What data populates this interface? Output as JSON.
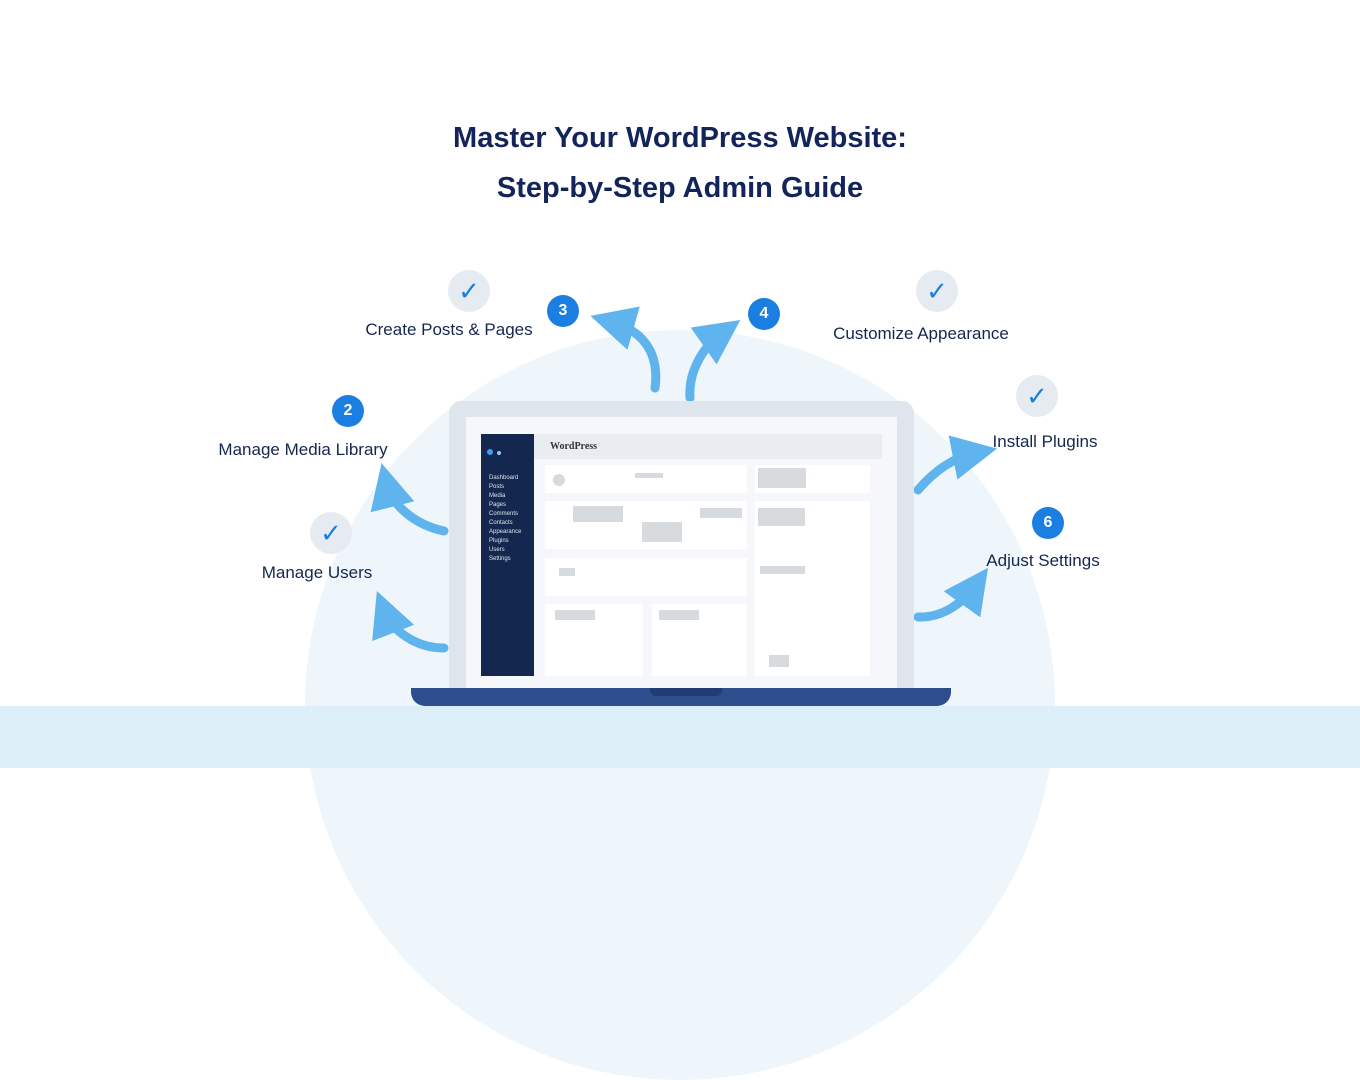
{
  "title": {
    "line1": "Master Your WordPress Website:",
    "line2": "Step-by-Step Admin Guide"
  },
  "steps": [
    {
      "label": "Create Posts & Pages",
      "marker": "check"
    },
    {
      "label": "3",
      "marker": "badge"
    },
    {
      "label": "4",
      "marker": "badge"
    },
    {
      "label": "Customize Appearance",
      "marker": "check"
    },
    {
      "label": "Manage Media Library",
      "badge": "2"
    },
    {
      "label": "Manage Users",
      "marker": "check"
    },
    {
      "label": "Install Plugins",
      "marker": "check"
    },
    {
      "label": "Adjust Settings",
      "badge": "6"
    }
  ],
  "check_glyph": "✓",
  "laptop": {
    "brand": "WordPress",
    "sidebar": [
      "Dashboard",
      "Posts",
      "Media",
      "Pages",
      "Comments",
      "Contacts",
      "Appearance",
      "Plugins",
      "Users",
      "Settings"
    ]
  },
  "colors": {
    "accent": "#1a7fe0",
    "title": "#13245a",
    "sidebar": "#14284f",
    "arrow": "#5fb4ee"
  }
}
